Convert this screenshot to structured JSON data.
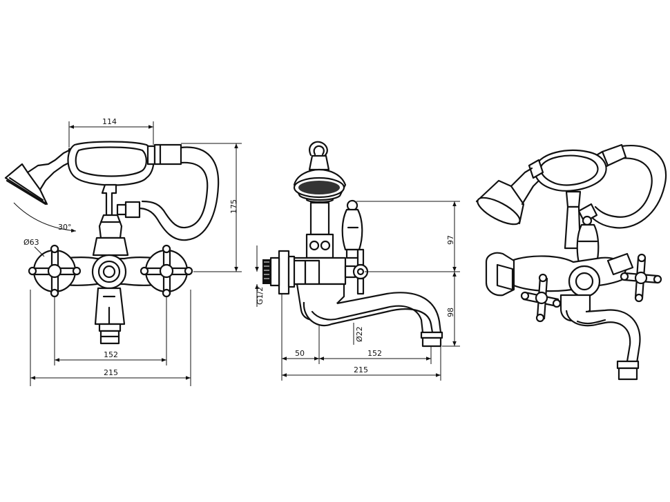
{
  "dimensions": {
    "front_handshower_width": "114",
    "front_height": "175",
    "front_angle": "30°",
    "front_handle_diameter": "Ø63",
    "front_centers": "152",
    "front_overall_width": "215",
    "side_upper_height": "97",
    "side_lower_height": "98",
    "side_thread": "G1/2",
    "side_spout_diameter": "Ø22",
    "side_wall_offset": "50",
    "side_spout_reach": "152",
    "side_overall_depth": "215"
  },
  "colors": {
    "line": "#111111",
    "background": "#ffffff"
  }
}
